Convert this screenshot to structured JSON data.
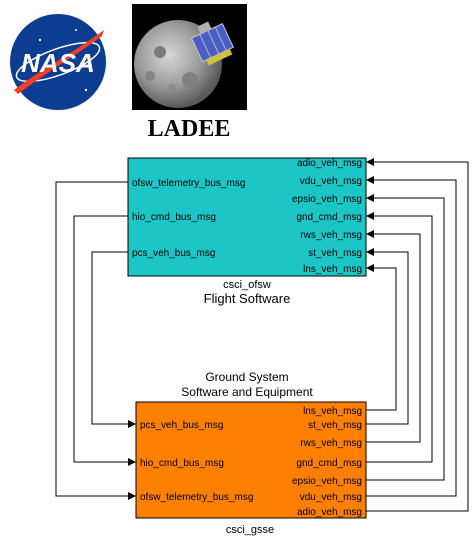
{
  "header": {
    "logo_left_text": "NASA",
    "logo_right_caption": "LADEE"
  },
  "fsw_block": {
    "name": "csci_ofsw",
    "title": "Flight Software",
    "fill": "#1cc6c6",
    "left_ports": [
      "ofsw_telemetry_bus_msg",
      "hio_cmd_bus_msg",
      "pcs_veh_bus_msg"
    ],
    "right_ports": [
      "adio_veh_msg",
      "vdu_veh_msg",
      "epsio_veh_msg",
      "gnd_cmd_msg",
      "rws_veh_msg",
      "st_veh_msg",
      "lns_veh_msg"
    ]
  },
  "gsse_block": {
    "title_line1": "Ground System",
    "title_line2": "Software and Equipment",
    "name": "csci_gsse",
    "fill": "#ff8000",
    "left_ports": [
      "pcs_veh_bus_msg",
      "hio_cmd_bus_msg",
      "ofsw_telemetry_bus_msg"
    ],
    "right_ports": [
      "lns_veh_msg",
      "st_veh_msg",
      "rws_veh_msg",
      "gnd_cmd_msg",
      "epsio_veh_msg",
      "vdu_veh_msg",
      "adio_veh_msg"
    ]
  },
  "colors": {
    "line": "#000000",
    "nasa_blue": "#0b3d91",
    "nasa_red": "#fc3d21"
  }
}
